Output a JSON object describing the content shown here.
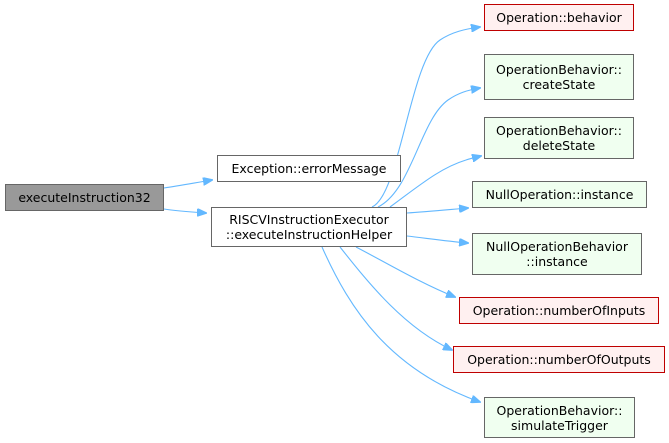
{
  "graph": {
    "edge_color": "#63b8ff",
    "nodes": {
      "execute32": {
        "lines": [
          "executeInstruction32"
        ],
        "style": "start"
      },
      "errorMessage": {
        "lines": [
          "Exception::errorMessage"
        ],
        "style": "plain"
      },
      "helper": {
        "lines": [
          "RISCVInstructionExecutor",
          "::executeInstructionHelper"
        ],
        "style": "plain"
      },
      "behavior": {
        "lines": [
          "Operation::behavior"
        ],
        "style": "red"
      },
      "createState": {
        "lines": [
          "OperationBehavior::",
          "createState"
        ],
        "style": "green"
      },
      "deleteState": {
        "lines": [
          "OperationBehavior::",
          "deleteState"
        ],
        "style": "green"
      },
      "nullOpInstance": {
        "lines": [
          "NullOperation::instance"
        ],
        "style": "green"
      },
      "nullBehaviorInstance": {
        "lines": [
          "NullOperationBehavior",
          "::instance"
        ],
        "style": "green"
      },
      "numberOfInputs": {
        "lines": [
          "Operation::numberOfInputs"
        ],
        "style": "red"
      },
      "numberOfOutputs": {
        "lines": [
          "Operation::numberOfOutputs"
        ],
        "style": "red"
      },
      "simulateTrigger": {
        "lines": [
          "OperationBehavior::",
          "simulateTrigger"
        ],
        "style": "green"
      }
    },
    "edges": [
      [
        "execute32",
        "errorMessage"
      ],
      [
        "execute32",
        "helper"
      ],
      [
        "helper",
        "behavior"
      ],
      [
        "helper",
        "createState"
      ],
      [
        "helper",
        "deleteState"
      ],
      [
        "helper",
        "nullOpInstance"
      ],
      [
        "helper",
        "nullBehaviorInstance"
      ],
      [
        "helper",
        "numberOfInputs"
      ],
      [
        "helper",
        "numberOfOutputs"
      ],
      [
        "helper",
        "simulateTrigger"
      ]
    ]
  }
}
